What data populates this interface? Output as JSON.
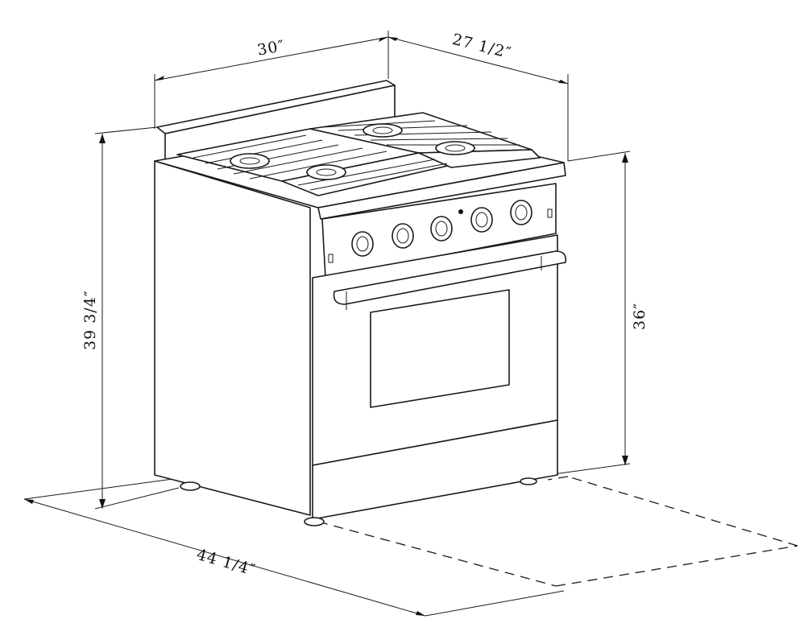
{
  "dimensions": {
    "width": "30″",
    "depth": "27 1/2″",
    "total_height": "39 3/4″",
    "cooking_height": "36″",
    "depth_door_open": "44 1/4″"
  }
}
